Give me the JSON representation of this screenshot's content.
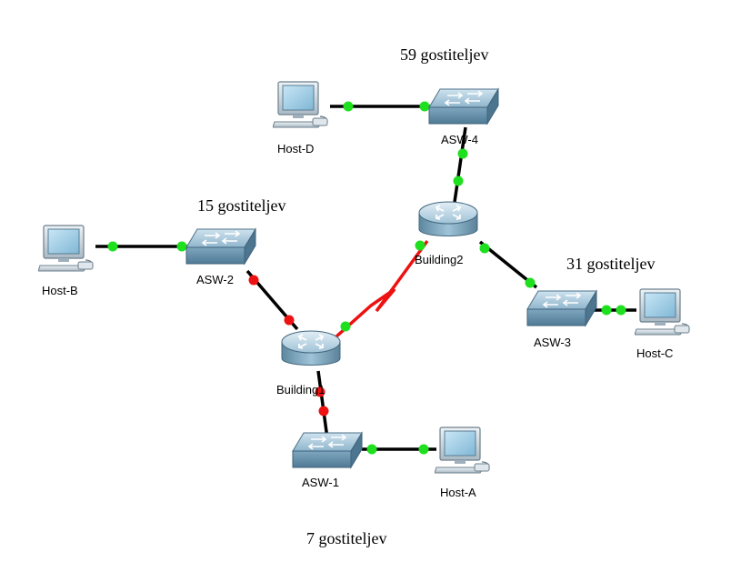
{
  "devices": {
    "host_d": {
      "label": "Host-D",
      "kind": "pc"
    },
    "asw4": {
      "label": "ASW-4",
      "kind": "switch"
    },
    "host_b": {
      "label": "Host-B",
      "kind": "pc"
    },
    "asw2": {
      "label": "ASW-2",
      "kind": "switch"
    },
    "building2": {
      "label": "Building2",
      "kind": "router"
    },
    "building1": {
      "label": "Building1",
      "kind": "router"
    },
    "asw3": {
      "label": "ASW-3",
      "kind": "switch"
    },
    "host_c": {
      "label": "Host-C",
      "kind": "pc"
    },
    "asw1": {
      "label": "ASW-1",
      "kind": "switch"
    },
    "host_a": {
      "label": "Host-A",
      "kind": "pc"
    }
  },
  "host_counts": {
    "asw4": "59 gostiteljev",
    "asw2": "15 gostiteljev",
    "asw3": "31 gostiteljev",
    "asw1": "7 gostiteljev"
  },
  "links": [
    {
      "from": "host_d",
      "to": "asw4",
      "state": "up",
      "type": "copper"
    },
    {
      "from": "asw4",
      "to": "building2",
      "state": "up",
      "type": "copper"
    },
    {
      "from": "host_b",
      "to": "asw2",
      "state": "up",
      "type": "copper"
    },
    {
      "from": "asw2",
      "to": "building1",
      "state": "down",
      "type": "copper"
    },
    {
      "from": "building1",
      "to": "building2",
      "state": "up",
      "type": "serial"
    },
    {
      "from": "building2",
      "to": "asw3",
      "state": "up",
      "type": "copper"
    },
    {
      "from": "asw3",
      "to": "host_c",
      "state": "up",
      "type": "copper"
    },
    {
      "from": "building1",
      "to": "asw1",
      "state": "down",
      "type": "copper"
    },
    {
      "from": "asw1",
      "to": "host_a",
      "state": "up",
      "type": "copper"
    }
  ],
  "colors": {
    "link_up": "#1fe01f",
    "link_down": "#ee1111",
    "serial_link": "#ee1111",
    "cable": "#000000"
  }
}
